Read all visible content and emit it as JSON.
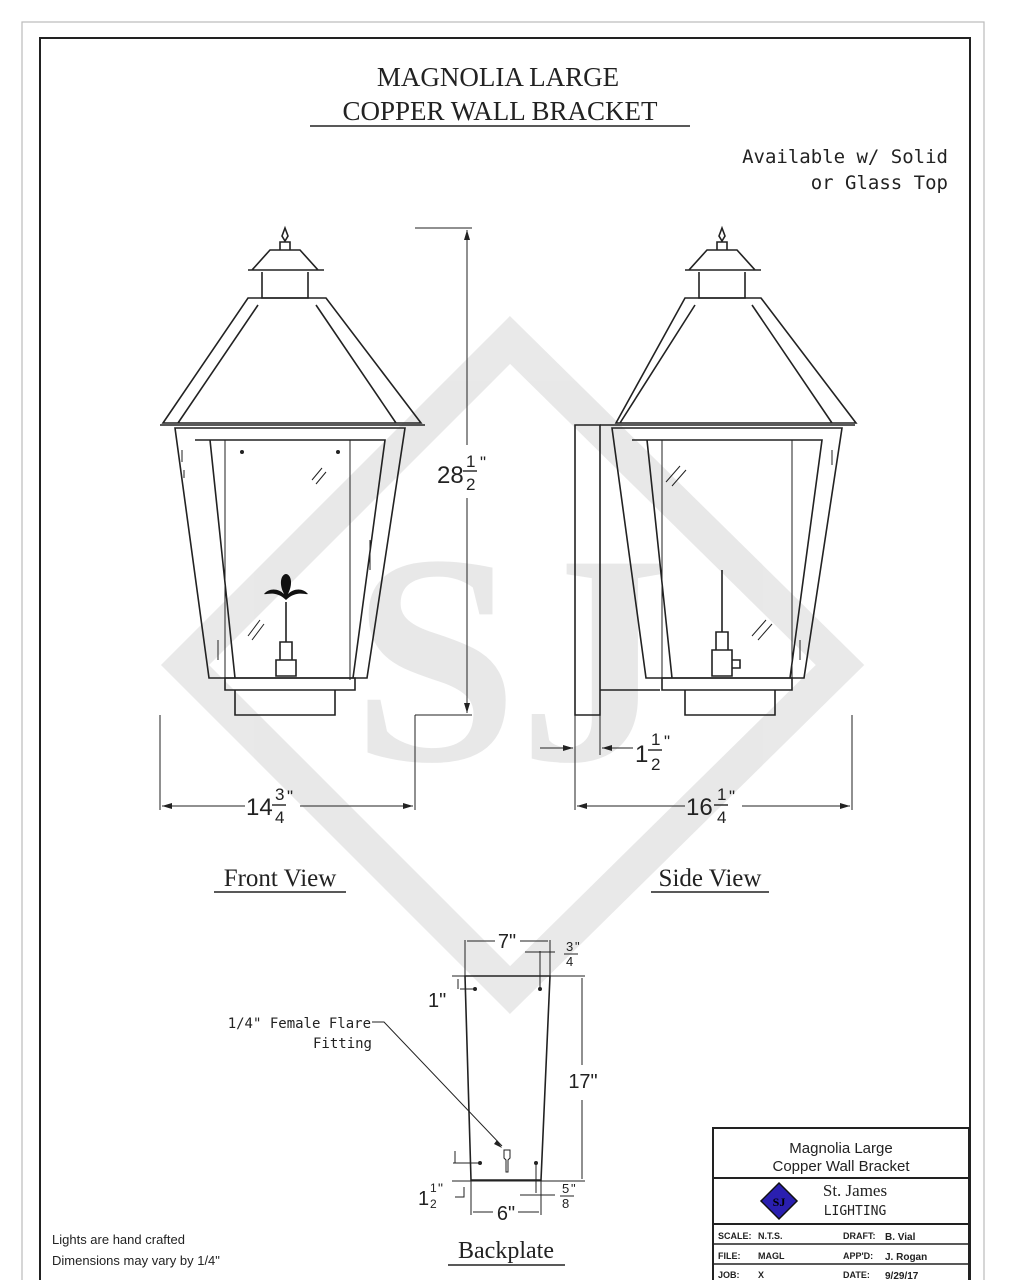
{
  "title": {
    "line1": "MAGNOLIA LARGE",
    "line2": "COPPER WALL BRACKET"
  },
  "availability_note": {
    "line1": "Available w/ Solid",
    "line2": "or Glass Top"
  },
  "watermark_text": "SJ",
  "dimensions": {
    "height": {
      "whole": "28",
      "num": "1",
      "den": "2",
      "unit": "\""
    },
    "front_width": {
      "whole": "14",
      "num": "3",
      "den": "4",
      "unit": "\""
    },
    "side_depth": {
      "whole": "16",
      "num": "1",
      "den": "4",
      "unit": "\""
    },
    "bracket_offset": {
      "whole": "1",
      "num": "1",
      "den": "2",
      "unit": "\""
    }
  },
  "view_labels": {
    "front": "Front View",
    "side": "Side View",
    "backplate": "Backplate"
  },
  "backplate": {
    "top_width": "7\"",
    "bottom_width": "6\"",
    "height": "17\"",
    "top_offset": "1\"",
    "bottom_offset": {
      "whole": "1",
      "num": "1",
      "den": "2",
      "unit": "\""
    },
    "top_hole": {
      "num": "3",
      "den": "4",
      "unit": "\""
    },
    "bottom_hole": {
      "num": "5",
      "den": "8",
      "unit": "\""
    },
    "fitting_line1": "1/4\" Female Flare",
    "fitting_line2": "Fitting"
  },
  "notes": {
    "line1": "Lights are hand crafted",
    "line2": "Dimensions may vary by 1/4\""
  },
  "title_block": {
    "name_line1": "Magnolia Large",
    "name_line2": "Copper Wall Bracket",
    "company": "St. James",
    "company_sub": "LIGHTING",
    "logo_text": "SJ",
    "logo_color": "#2a1fb0",
    "rows": [
      {
        "l_label": "SCALE:",
        "l_value": "N.T.S.",
        "r_label": "DRAFT:",
        "r_value": "B. Vial"
      },
      {
        "l_label": "FILE:",
        "l_value": "MAGL",
        "r_label": "APP'D:",
        "r_value": "J. Rogan"
      },
      {
        "l_label": "JOB:",
        "l_value": "X",
        "r_label": "DATE:",
        "r_value": "9/29/17"
      }
    ]
  }
}
